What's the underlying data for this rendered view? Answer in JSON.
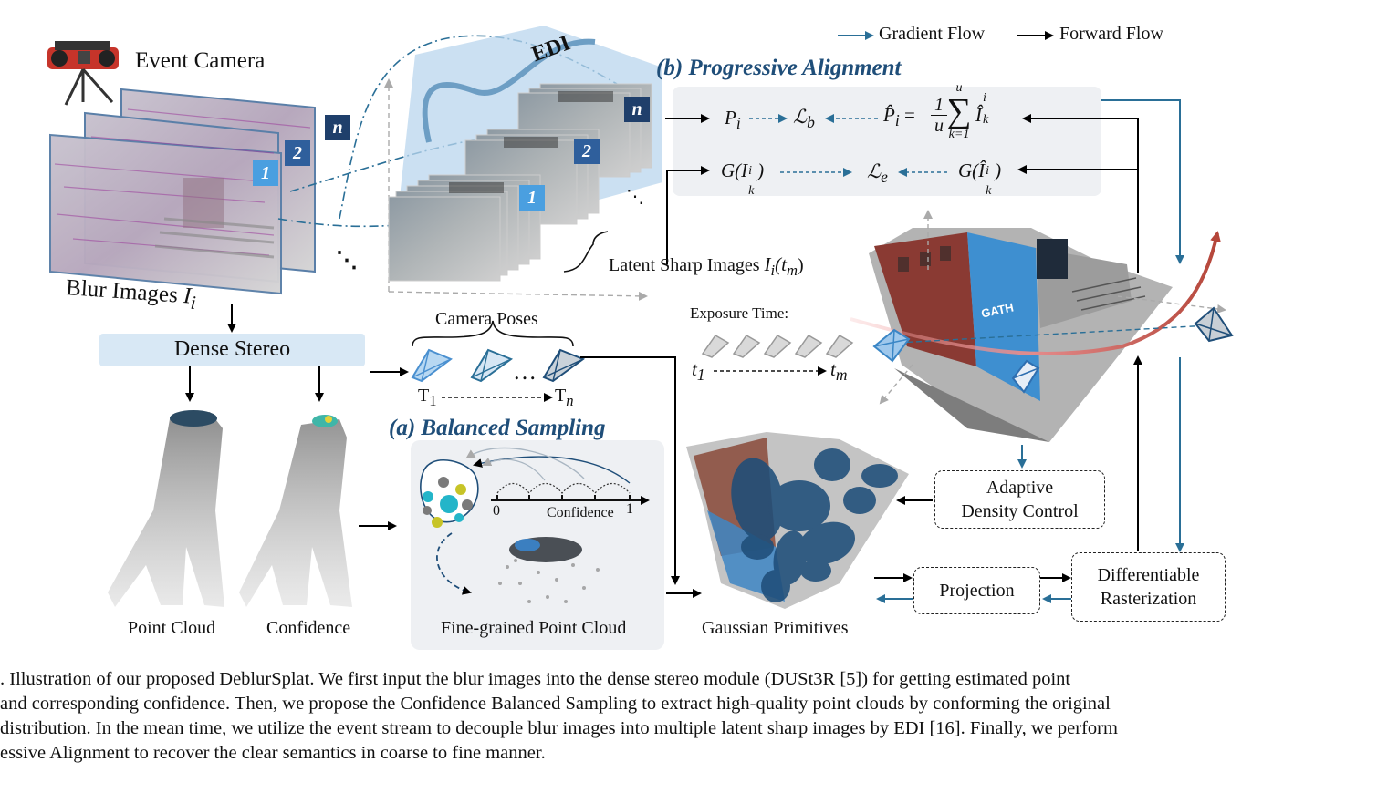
{
  "legend": {
    "gradient_flow": "Gradient Flow",
    "forward_flow": "Forward Flow"
  },
  "colors": {
    "gradient": "#2a6f97",
    "forward": "#000000",
    "section": "#1f4e79",
    "panel": "#eef0f3",
    "stereo": "#d8e8f5"
  },
  "event_camera": {
    "label": "Event Camera"
  },
  "blur_images": {
    "label": "Blur Images",
    "math": "I",
    "sub": "i",
    "frame_numbers": [
      "1",
      "2",
      "n"
    ]
  },
  "edi": {
    "label": "EDI",
    "frame_numbers": [
      "1",
      "2",
      "n"
    ]
  },
  "latent": {
    "label": "Latent Sharp Images",
    "math": "I",
    "sub": "i",
    "arg": "(t",
    "arg_sub": "m",
    "arg_end": ")"
  },
  "progressive": {
    "title": "(b) Progressive Alignment",
    "row1": {
      "p": "P",
      "p_sub": "i",
      "loss": "ℒ",
      "loss_sub": "b",
      "phat": "P̂",
      "phat_sub": "i",
      "eq": "=",
      "frac_num": "1",
      "frac_den": "u",
      "sum_top": "u",
      "sum_bottom": "k=1",
      "ihat": "Î",
      "ihat_sup": "i",
      "ihat_sub": "k"
    },
    "row2": {
      "g1": "G(I",
      "g1_sup": "i",
      "g1_sub": "k",
      "g1_end": ")",
      "loss": "ℒ",
      "loss_sub": "e",
      "g2": "G(Î",
      "g2_sup": "i",
      "g2_sub": "k",
      "g2_end": ")"
    }
  },
  "dense_stereo": {
    "label": "Dense Stereo"
  },
  "point_cloud": {
    "label": "Point Cloud"
  },
  "confidence": {
    "label": "Confidence"
  },
  "camera_poses": {
    "label": "Camera Poses",
    "t1": "T",
    "t1_sub": "1",
    "tn": "T",
    "tn_sub": "n",
    "ellipsis": "…"
  },
  "exposure": {
    "label": "Exposure Time:",
    "t1": "t",
    "t1_sub": "1",
    "tm": "t",
    "tm_sub": "m"
  },
  "balanced": {
    "title": "(a) Balanced Sampling",
    "axis_zero": "0",
    "axis_label": "Confidence",
    "axis_one": "1",
    "fine_label": "Fine-grained Point Cloud"
  },
  "gaussian": {
    "label": "Gaussian Primitives"
  },
  "adaptive": {
    "line1": "Adaptive",
    "line2": "Density Control"
  },
  "projection": {
    "label": "Projection"
  },
  "rasterization": {
    "line1": "Differentiable",
    "line2": "Rasterization"
  },
  "building_sign": {
    "text": "GATH"
  },
  "caption": {
    "lines": [
      ".  Illustration of our proposed DeblurSplat. We first input the blur images into the dense stereo module (DUSt3R [5]) for getting estimated point",
      " and corresponding confidence. Then, we propose the Confidence Balanced Sampling to extract high-quality point clouds by conforming the original",
      " distribution. In the mean time, we utilize the event stream to decouple blur images into multiple latent sharp images by EDI [16]. Finally, we perform",
      "essive Alignment to recover the clear semantics in coarse to fine manner."
    ]
  }
}
